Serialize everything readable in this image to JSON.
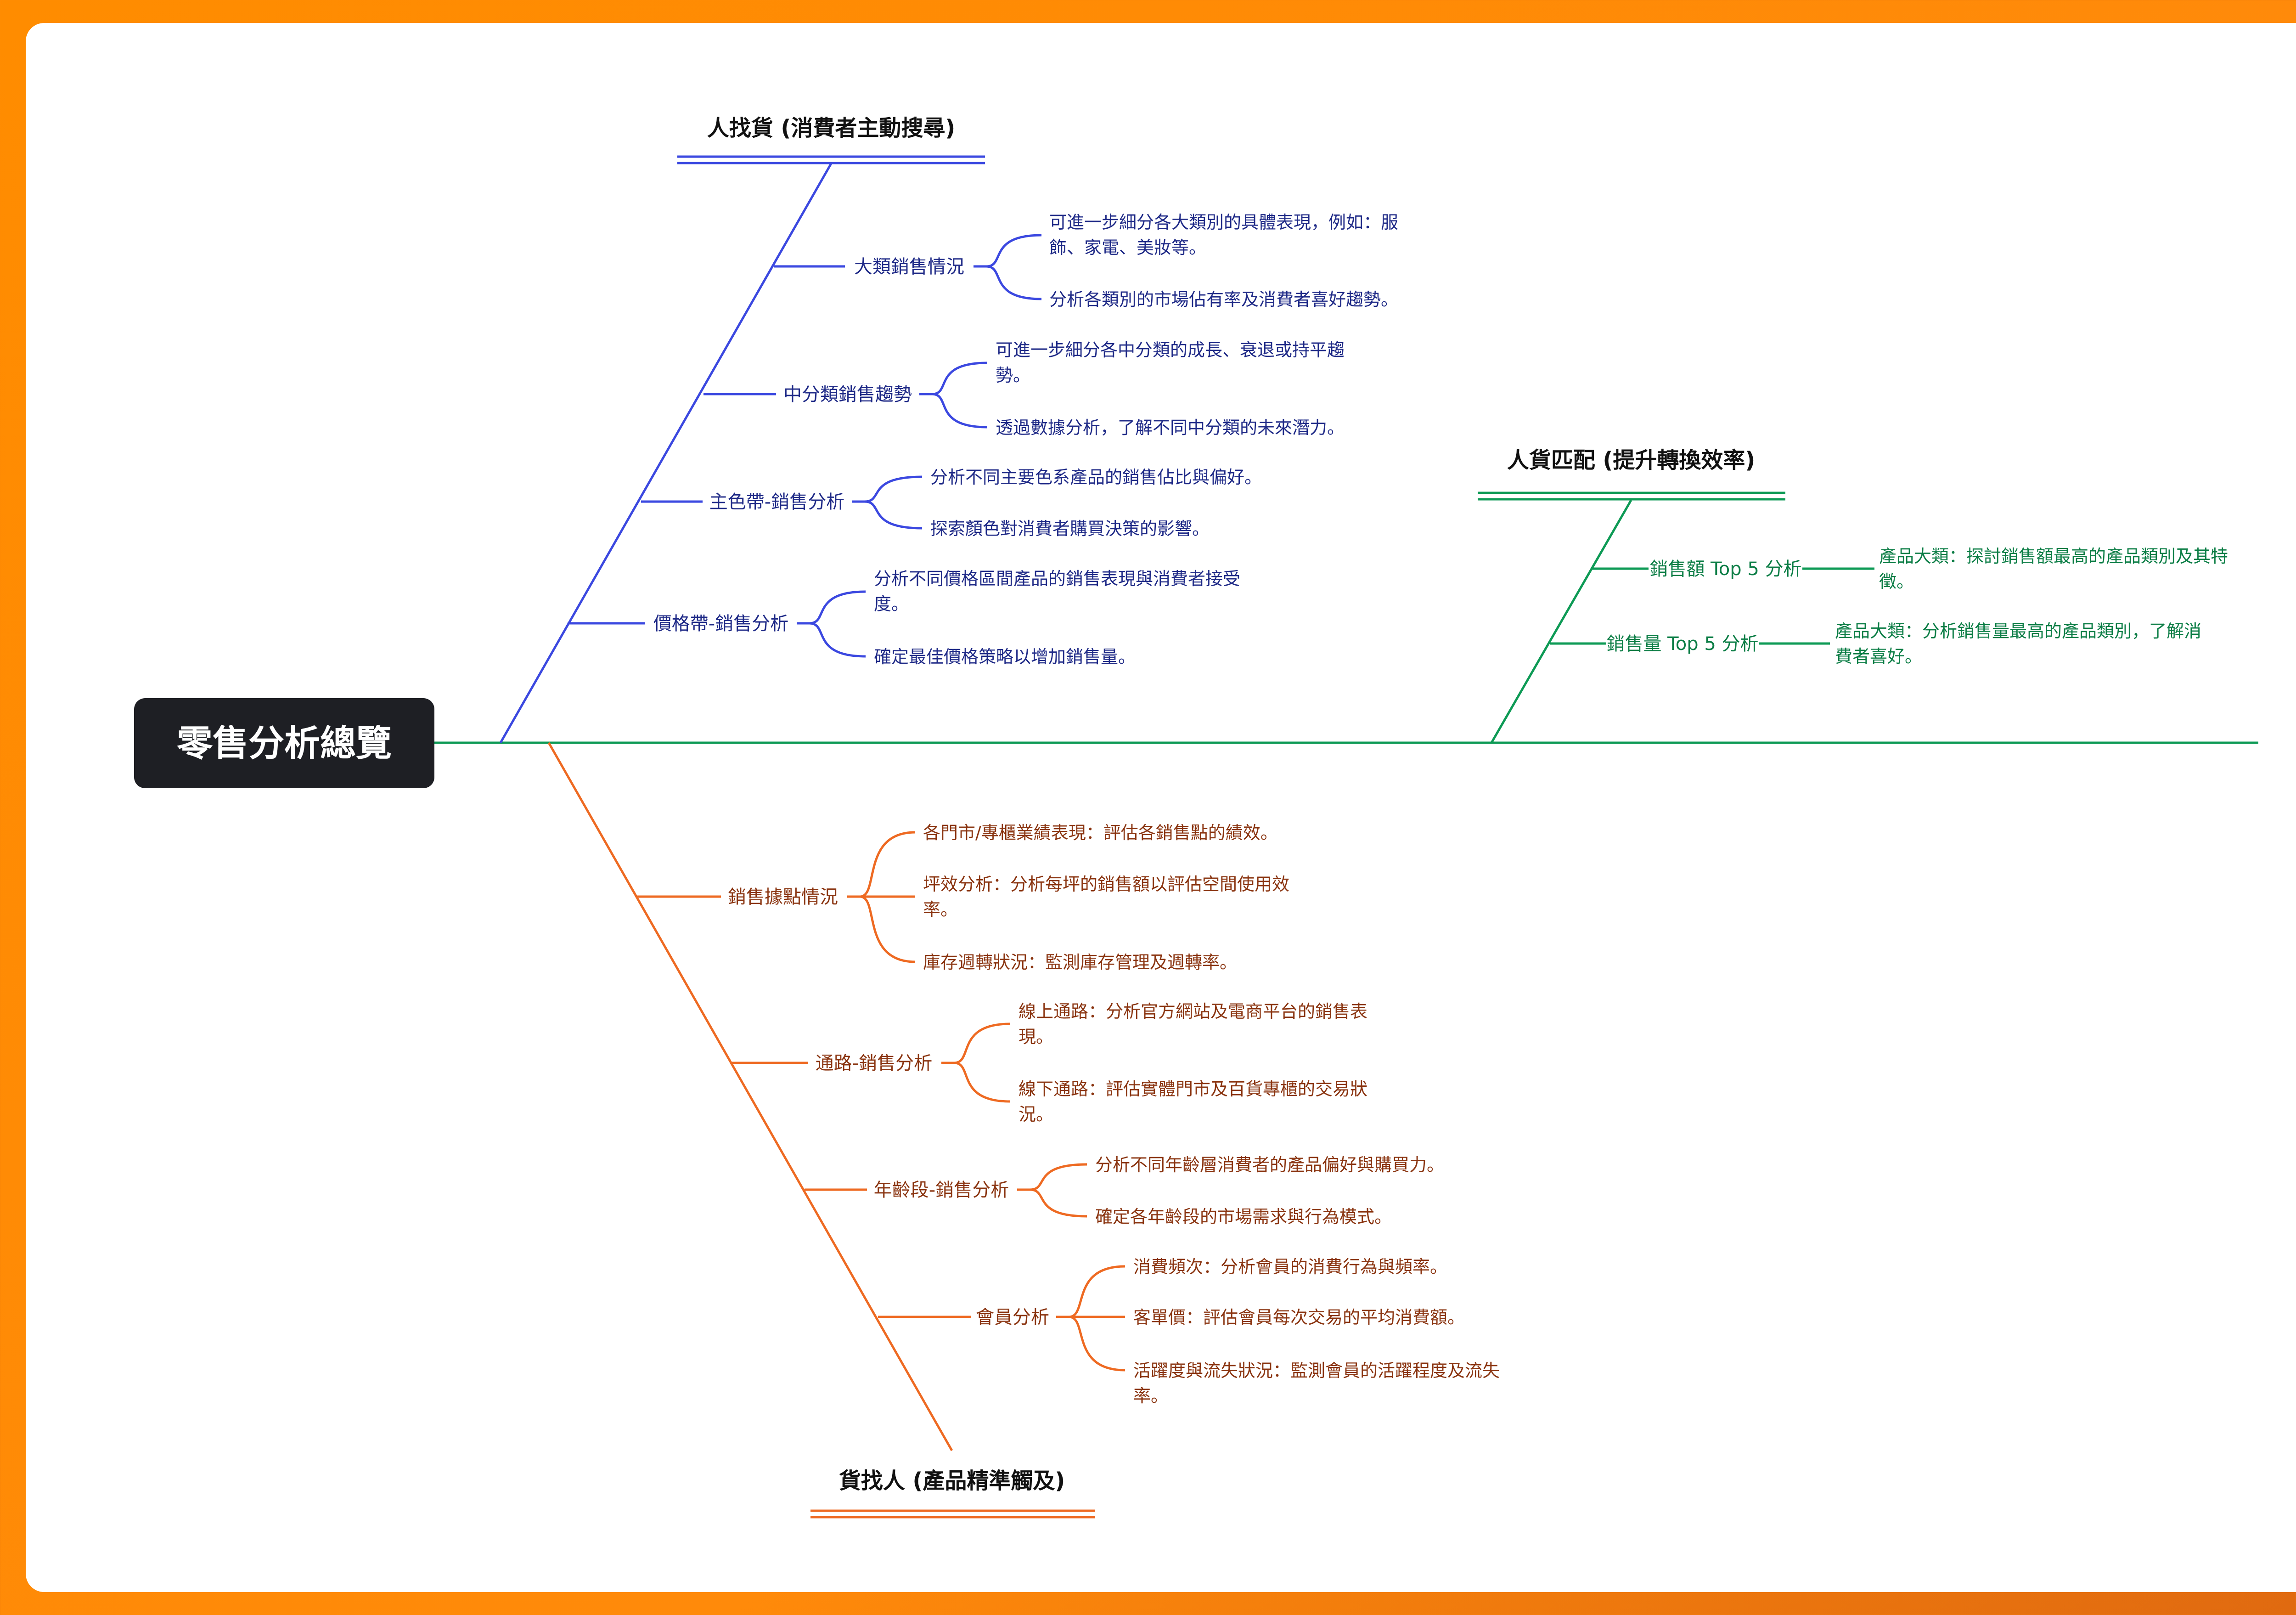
{
  "root": {
    "label": "零售分析總覽"
  },
  "colors": {
    "upper": "#3b48e0",
    "right": "#0d9a55",
    "lower": "#ee6a22",
    "root_bg": "#1e1f24"
  },
  "upper": {
    "title": "人找貨 (消費者主動搜尋)",
    "nodes": [
      {
        "label": "大類銷售情況",
        "leaves": [
          {
            "lines": [
              "可進一步細分各大類別的具體表現，例如：服",
              "飾、家電、美妝等。"
            ]
          },
          {
            "lines": [
              "分析各類別的市場佔有率及消費者喜好趨勢。"
            ]
          }
        ]
      },
      {
        "label": "中分類銷售趨勢",
        "leaves": [
          {
            "lines": [
              "可進一步細分各中分類的成長、衰退或持平趨",
              "勢。"
            ]
          },
          {
            "lines": [
              "透過數據分析，了解不同中分類的未來潛力。"
            ]
          }
        ]
      },
      {
        "label": "主色帶-銷售分析",
        "leaves": [
          {
            "lines": [
              "分析不同主要色系產品的銷售佔比與偏好。"
            ]
          },
          {
            "lines": [
              "探索顏色對消費者購買決策的影響。"
            ]
          }
        ]
      },
      {
        "label": "價格帶-銷售分析",
        "leaves": [
          {
            "lines": [
              "分析不同價格區間產品的銷售表現與消費者接受",
              "度。"
            ]
          },
          {
            "lines": [
              "確定最佳價格策略以增加銷售量。"
            ]
          }
        ]
      }
    ]
  },
  "right": {
    "title": "人貨匹配 (提升轉換效率)",
    "nodes": [
      {
        "label": "銷售額 Top 5 分析",
        "leaves": [
          {
            "lines": [
              "產品大類：探討銷售額最高的產品類別及其特",
              "徵。"
            ]
          }
        ]
      },
      {
        "label": "銷售量 Top 5 分析",
        "leaves": [
          {
            "lines": [
              "產品大類：分析銷售量最高的產品類別，了解消",
              "費者喜好。"
            ]
          }
        ]
      }
    ]
  },
  "lower": {
    "title": "貨找人 (產品精準觸及)",
    "nodes": [
      {
        "label": "銷售據點情況",
        "leaves": [
          {
            "lines": [
              "各門市/專櫃業績表現：評估各銷售點的績效。"
            ]
          },
          {
            "lines": [
              "坪效分析：分析每坪的銷售額以評估空間使用效",
              "率。"
            ]
          },
          {
            "lines": [
              "庫存週轉狀況：監測庫存管理及週轉率。"
            ]
          }
        ]
      },
      {
        "label": "通路-銷售分析",
        "leaves": [
          {
            "lines": [
              "線上通路：分析官方網站及電商平台的銷售表",
              "現。"
            ]
          },
          {
            "lines": [
              "線下通路：評估實體門市及百貨專櫃的交易狀",
              "況。"
            ]
          }
        ]
      },
      {
        "label": "年齡段-銷售分析",
        "leaves": [
          {
            "lines": [
              "分析不同年齡層消費者的產品偏好與購買力。"
            ]
          },
          {
            "lines": [
              "確定各年齡段的市場需求與行為模式。"
            ]
          }
        ]
      },
      {
        "label": "會員分析",
        "leaves": [
          {
            "lines": [
              "消費頻次：分析會員的消費行為與頻率。"
            ]
          },
          {
            "lines": [
              "客單價：評估會員每次交易的平均消費額。"
            ]
          },
          {
            "lines": [
              "活躍度與流失狀況：監測會員的活躍程度及流失",
              "率。"
            ]
          }
        ]
      }
    ]
  }
}
